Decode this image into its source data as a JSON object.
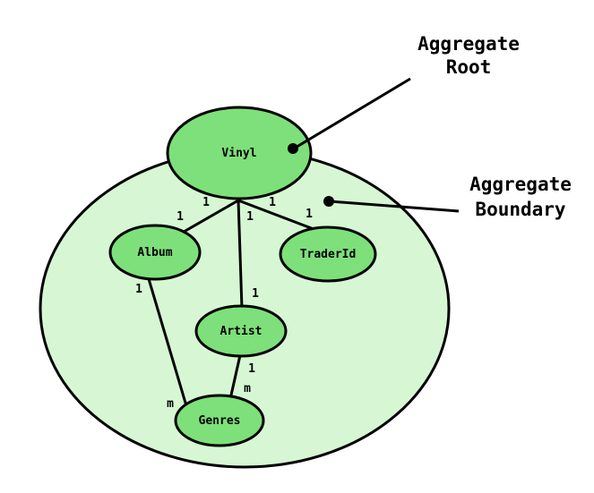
{
  "colors": {
    "boundary_fill": "#d7f7d4",
    "node_fill": "#7ee07a",
    "stroke": "#000000"
  },
  "boundary": {
    "title_line1": "Aggregate",
    "title_line2": "Boundary"
  },
  "root_callout": {
    "title_line1": "Aggregate",
    "title_line2": "Root"
  },
  "nodes": {
    "vinyl": "Vinyl",
    "album": "Album",
    "artist": "Artist",
    "trader_id": "TraderId",
    "genres": "Genres"
  },
  "edges": {
    "vinyl_album": {
      "from": "1",
      "to": "1"
    },
    "vinyl_artist": {
      "from": "1",
      "to": "1"
    },
    "vinyl_trader": {
      "from": "1",
      "to": "1"
    },
    "album_genres": {
      "from": "1",
      "to": "m"
    },
    "artist_genres": {
      "from": "1",
      "to": "m"
    }
  }
}
